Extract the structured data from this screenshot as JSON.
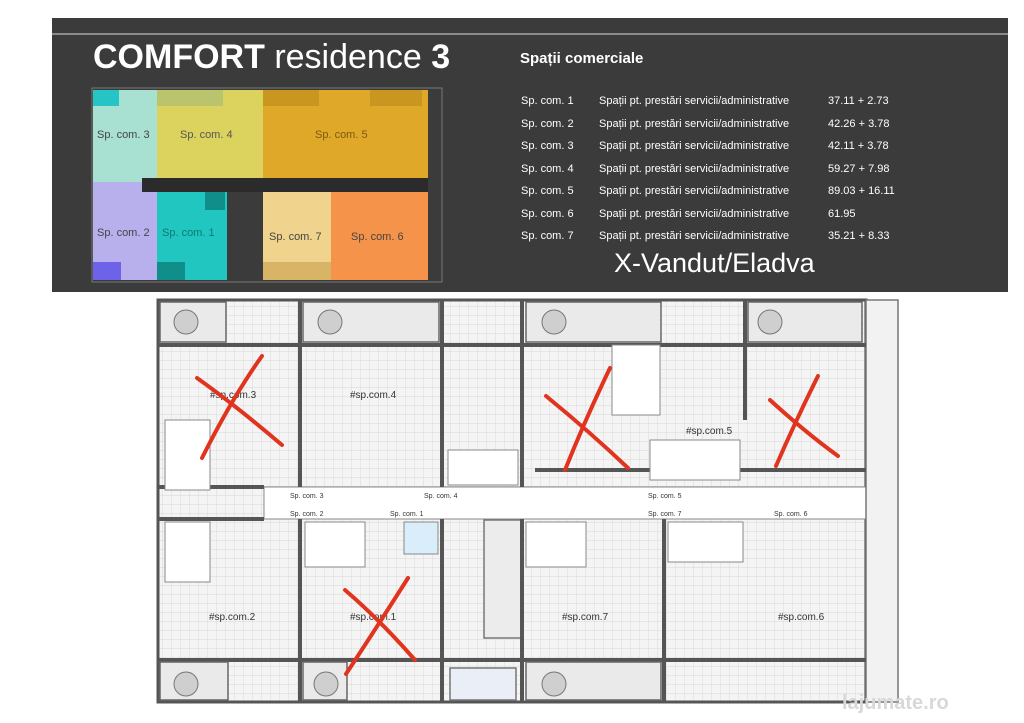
{
  "header": {
    "title_bold": "COMFORT",
    "title_light": "residence",
    "title_num": "3",
    "subtitle": "Spații comerciale"
  },
  "mini_plan": {
    "labels": [
      "Sp. com. 3",
      "Sp. com. 4",
      "Sp. com. 5",
      "Sp. com. 2",
      "Sp. com. 1",
      "Sp. com. 7",
      "Sp. com. 6"
    ],
    "colors": {
      "sp3": "#a8e0d2",
      "sp4": "#dcd35e",
      "sp5": "#e0a829",
      "sp2": "#b7b0ec",
      "sp1": "#22c6c0",
      "sp7": "#f0d48e",
      "sp6": "#f5934a"
    }
  },
  "table": {
    "rows": [
      {
        "name": "Sp. com. 1",
        "use": "Spații pt. prestări servicii/administrative",
        "area": "37.11 + 2.73"
      },
      {
        "name": "Sp. com. 2",
        "use": "Spații pt. prestări servicii/administrative",
        "area": "42.26 + 3.78"
      },
      {
        "name": "Sp. com. 3",
        "use": "Spații pt. prestări servicii/administrative",
        "area": "42.11 + 3.78"
      },
      {
        "name": "Sp. com. 4",
        "use": "Spații pt. prestări servicii/administrative",
        "area": "59.27 + 7.98"
      },
      {
        "name": "Sp. com. 5",
        "use": "Spații pt. prestări servicii/administrative",
        "area": "89.03 + 16.11"
      },
      {
        "name": "Sp. com. 6",
        "use": "Spații pt. prestări servicii/administrative",
        "area": "61.95"
      },
      {
        "name": "Sp. com. 7",
        "use": "Spații pt. prestări servicii/administrative",
        "area": "35.21 + 8.33"
      }
    ]
  },
  "sold_note": "X-Vandut/Eladva",
  "floor_plan": {
    "rooms": [
      "#sp.com.3",
      "#sp.com.4",
      "#sp.com.5",
      "#sp.com.2",
      "#sp.com.1",
      "#sp.com.7",
      "#sp.com.6"
    ],
    "corridor_labels": [
      "Sp. com. 3",
      "Sp. com. 4",
      "Sp. com. 5",
      "Sp. com. 2",
      "Sp. com. 1",
      "Sp. com. 7",
      "Sp. com. 6"
    ],
    "sold": [
      "#sp.com.3",
      "#sp.com.5",
      "#sp.com.1"
    ],
    "mark_color": "#e0341f"
  },
  "watermark": "lajumate.ro"
}
